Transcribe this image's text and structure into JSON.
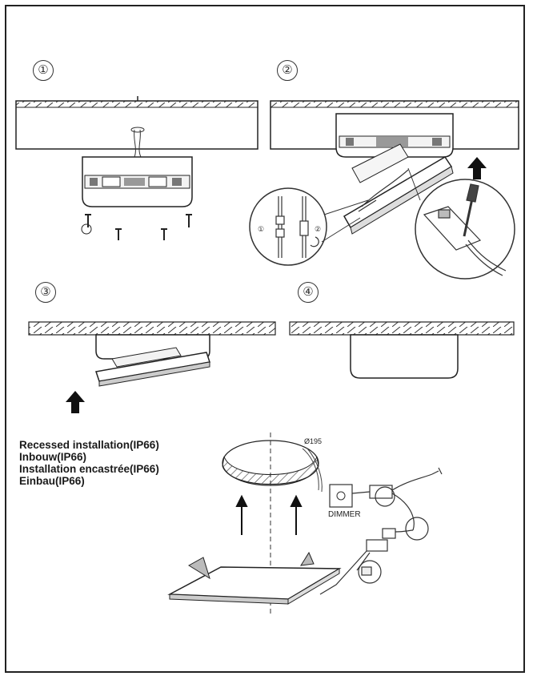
{
  "steps": [
    "①",
    "②",
    "③",
    "④"
  ],
  "inset_steps": [
    "①",
    "②"
  ],
  "recessed": {
    "lines": [
      "Recessed installation(IP66)",
      "Inbouw(IP66)",
      "Installation encastrée(IP66)",
      "Einbau(IP66)"
    ],
    "cutout_label": "Ø195",
    "dimmer_label": "DIMMER"
  }
}
